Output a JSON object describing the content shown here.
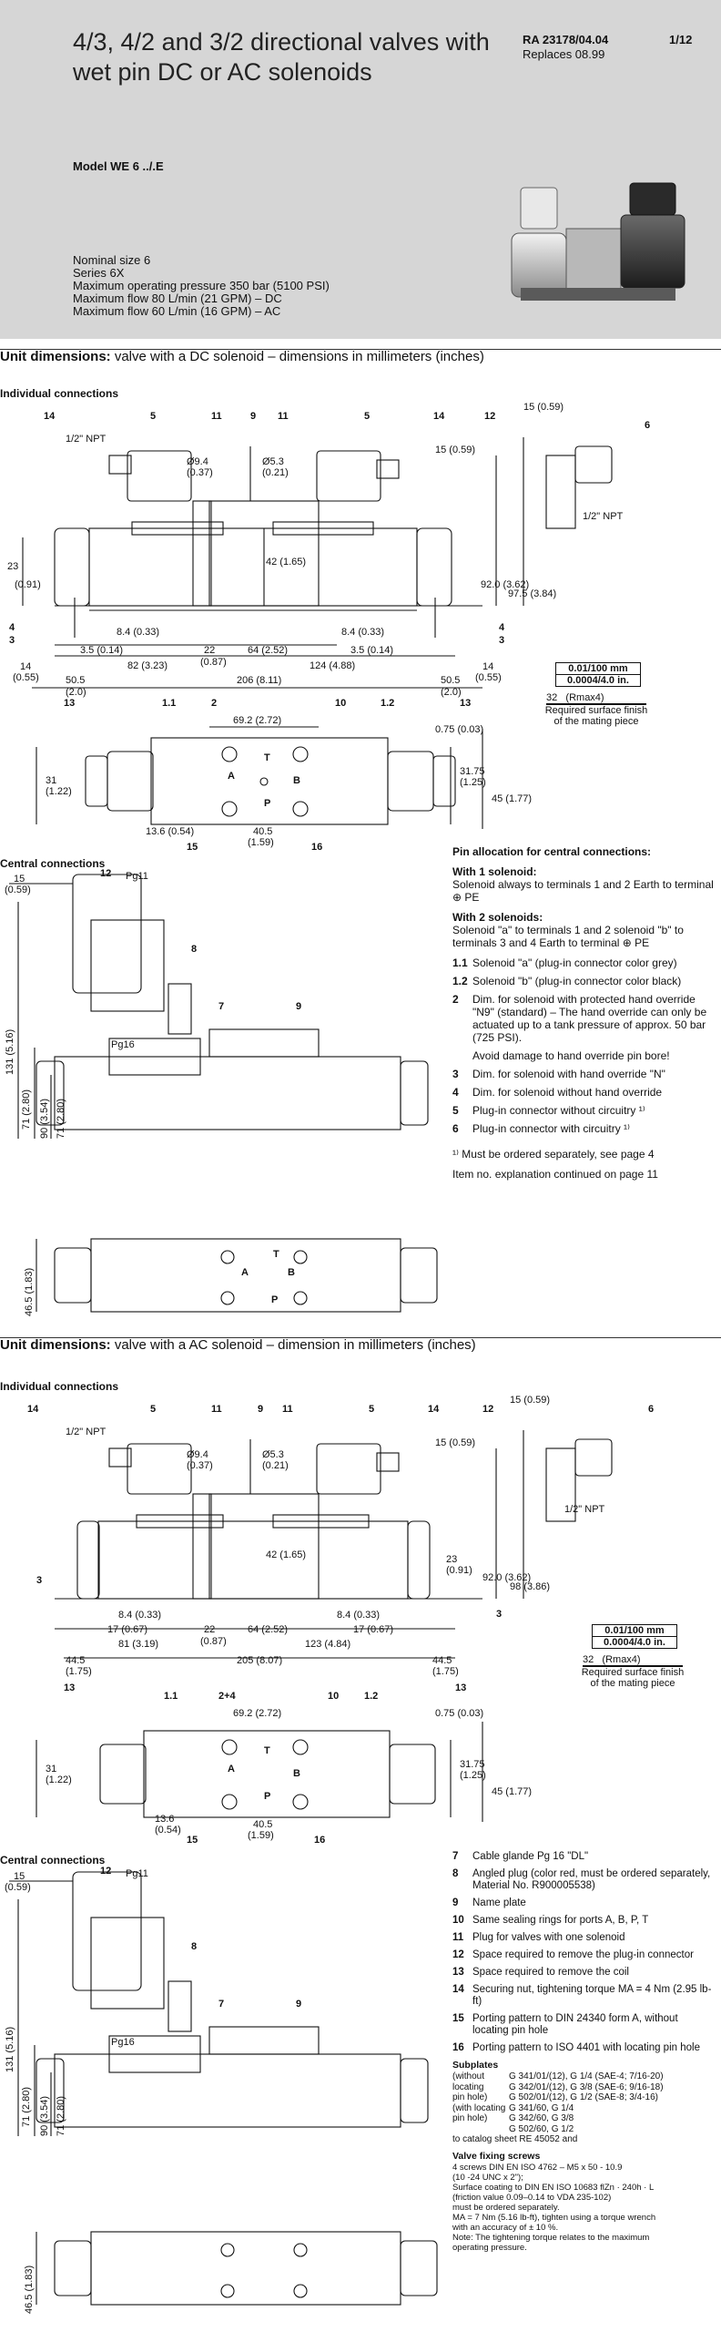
{
  "header": {
    "title": "4/3, 4/2 and 3/2 directional valves with wet pin DC or AC solenoids",
    "ra": "RA 23178/04.04",
    "replaces": "Replaces 08.99",
    "page": "1/12",
    "model": "Model WE 6 ../.E",
    "specs": [
      "Nominal size 6",
      "Series 6X",
      "Maximum operating pressure 350 bar (5100 PSI)",
      "Maximum flow 80 L/min (21 GPM) – DC",
      "Maximum flow 60 L/min (16 GPM) – AC"
    ]
  },
  "dc": {
    "heading_bold": "Unit dimensions:",
    "heading_rest": " valve with a DC solenoid – dimensions in millimeters (inches)",
    "individual": "Individual connections",
    "central": "Central connections",
    "dims": {
      "npt": "1/2\" NPT",
      "d94": "Ø9.4",
      "d94i": "(0.37)",
      "d53": "Ø5.3",
      "d53i": "(0.21)",
      "d15a": "15 (0.59)",
      "d15b": "15 (0.59)",
      "d23": "23",
      "d23i": "(0.91)",
      "d42": "42 (1.65)",
      "d92": "92.0 (3.62)",
      "d975": "97.5 (3.84)",
      "d84a": "8.4 (0.33)",
      "d84b": "8.4 (0.33)",
      "d35a": "3.5 (0.14)",
      "d35b": "3.5 (0.14)",
      "d22": "22",
      "d22i": "(0.87)",
      "d64": "64 (2.52)",
      "d82": "82 (3.23)",
      "d124": "124 (4.88)",
      "d14a": "14",
      "d14ai": "(0.55)",
      "d14b": "14",
      "d14bi": "(0.55)",
      "d505a": "50.5",
      "d505ai": "(2.0)",
      "d505b": "50.5",
      "d505bi": "(2.0)",
      "d206": "206 (8.11)",
      "d692": "69.2 (2.72)",
      "d075": "0.75 (0.03)",
      "d31": "31",
      "d31i": "(1.22)",
      "d3175": "31.75",
      "d3175i": "(1.25)",
      "d45": "45 (1.77)",
      "d136": "13.6 (0.54)",
      "d405": "40.5",
      "d405i": "(1.59)",
      "pg11": "Pg11",
      "pg16": "Pg16",
      "d131": "131 (5.16)",
      "d71": "71 (2.80)",
      "d90": "90 (3.54)",
      "d71b": "71 (2.80)",
      "d465": "46.5 (1.83)",
      "d15c": "15",
      "d15ci": "(0.59)"
    },
    "callouts": [
      "14",
      "5",
      "11",
      "9",
      "11",
      "5",
      "14",
      "12",
      "6",
      "4",
      "3",
      "4",
      "3",
      "13",
      "1.1",
      "2",
      "10",
      "1.2",
      "13",
      "15",
      "16",
      "12",
      "8",
      "7",
      "9"
    ],
    "ports": [
      "A",
      "B",
      "T",
      "P",
      "A",
      "B",
      "T",
      "P"
    ]
  },
  "finish": {
    "line1": "0.01/100 mm",
    "line2": "0.0004/4.0 in.",
    "rmax": "(Rmax4)",
    "val": "32",
    "caption1": "Required surface finish",
    "caption2": "of the mating piece"
  },
  "pins": {
    "title": "Pin allocation for central connections:",
    "s1": "With 1 solenoid:",
    "s1t": "Solenoid always to terminals 1 and 2 Earth to terminal ⊕ PE",
    "s2": "With 2 solenoids:",
    "s2t": "Solenoid \"a\" to terminals 1 and 2 solenoid \"b\" to terminals 3 and 4 Earth to terminal ⊕ PE"
  },
  "legend1": [
    {
      "n": "1.1",
      "t": "Solenoid \"a\" (plug-in connector color grey)"
    },
    {
      "n": "1.2",
      "t": "Solenoid \"b\" (plug-in connector color black)"
    },
    {
      "n": "2",
      "t": "Dim. for solenoid with protected hand override \"N9\" (standard) – The hand override can only be actuated up to a tank pressure of approx. 50 bar (725 PSI)."
    },
    {
      "n": "",
      "t": "Avoid damage to hand override pin bore!"
    },
    {
      "n": "3",
      "t": "Dim. for solenoid with hand override \"N\""
    },
    {
      "n": "4",
      "t": "Dim. for solenoid without hand override"
    },
    {
      "n": "5",
      "t": "Plug-in connector without circuitry ¹⁾"
    },
    {
      "n": "6",
      "t": "Plug-in connector with circuitry ¹⁾"
    }
  ],
  "foot1": "¹⁾  Must be ordered separately, see page 4",
  "foot2": "Item no. explanation continued on page 11",
  "ac": {
    "heading_bold": "Unit dimensions:",
    "heading_rest": " valve with a AC solenoid – dimension in millimeters (inches)",
    "individual": "Individual connections",
    "central": "Central connections",
    "dims": {
      "npt": "1/2\" NPT",
      "d94": "Ø9.4",
      "d94i": "(0.37)",
      "d53": "Ø5.3",
      "d53i": "(0.21)",
      "d15a": "15 (0.59)",
      "d15b": "15 (0.59)",
      "d42": "42 (1.65)",
      "d23": "23",
      "d23i": "(0.91)",
      "d92": "92.0 (3.62)",
      "d98": "98 (3.86)",
      "d84a": "8.4 (0.33)",
      "d84b": "8.4 (0.33)",
      "d17a": "17 (0.67)",
      "d17b": "17 (0.67)",
      "d22": "22",
      "d22i": "(0.87)",
      "d64": "64 (2.52)",
      "d81": "81 (3.19)",
      "d123": "123 (4.84)",
      "d445a": "44.5",
      "d445ai": "(1.75)",
      "d445b": "44.5",
      "d445bi": "(1.75)",
      "d205": "205 (8.07)",
      "d692": "69.2 (2.72)",
      "d075": "0.75 (0.03)",
      "d31": "31",
      "d31i": "(1.22)",
      "d3175": "31.75",
      "d3175i": "(1.25)",
      "d45": "45 (1.77)",
      "d136": "13.6",
      "d136i": "(0.54)",
      "d405": "40.5",
      "d405i": "(1.59)",
      "pg11": "Pg11",
      "pg16": "Pg16",
      "d131": "131 (5.16)",
      "d71": "71 (2.80)",
      "d90": "90 (3.54)",
      "d71b": "71 (2.80)",
      "d465": "46.5 (1.83)",
      "d15c": "15",
      "d15ci": "(0.59)"
    },
    "callouts": [
      "14",
      "5",
      "11",
      "9",
      "11",
      "5",
      "14",
      "12",
      "6",
      "3",
      "3",
      "13",
      "13",
      "1.1",
      "2+4",
      "10",
      "1.2",
      "15",
      "16",
      "12",
      "8",
      "7",
      "9"
    ]
  },
  "legend2": [
    {
      "n": "7",
      "t": "Cable glande Pg 16 \"DL\""
    },
    {
      "n": "8",
      "t": "Angled plug (color red, must be ordered separately, Material No. R900005538)"
    },
    {
      "n": "9",
      "t": "Name plate"
    },
    {
      "n": "10",
      "t": "Same sealing rings for ports A, B, P, T"
    },
    {
      "n": "11",
      "t": "Plug for valves with one solenoid"
    },
    {
      "n": "12",
      "t": "Space required to remove the plug-in connector"
    },
    {
      "n": "13",
      "t": "Space required to remove the coil"
    },
    {
      "n": "14",
      "t": "Securing nut, tightening torque MA = 4 Nm (2.95 lb-ft)"
    },
    {
      "n": "15",
      "t": "Porting pattern to DIN 24340 form A, without locating pin hole"
    },
    {
      "n": "16",
      "t": "Porting pattern to ISO 4401 with locating pin hole"
    }
  ],
  "subplates": {
    "title": "Subplates",
    "rows": [
      {
        "l": "(without",
        "v": "G 341/01/(12), G 1/4 (SAE-4; 7/16-20)"
      },
      {
        "l": "locating",
        "v": "G 342/01/(12), G 3/8 (SAE-6; 9/16-18)"
      },
      {
        "l": "pin hole)",
        "v": "G 502/01/(12), G 1/2 (SAE-8; 3/4-16)"
      },
      {
        "l": "(with locating",
        "v": "G 341/60, G 1/4"
      },
      {
        "l": "pin hole)",
        "v": "G 342/60, G 3/8"
      },
      {
        "l": "",
        "v": "G 502/60, G 1/2"
      }
    ],
    "catalog": "to catalog sheet RE 45052 and"
  },
  "screws": {
    "title": "Valve fixing screws",
    "lines": [
      "4 screws DIN EN ISO 4762 – M5 x 50 - 10.9",
      "(10 -24 UNC x 2\");",
      "Surface coating to DIN EN ISO 10683 flZn · 240h · L",
      "(friction value 0.09–0.14 to VDA 235-102)",
      "must be ordered separately.",
      "MA = 7 Nm (5.16 lb-ft), tighten using a torque wrench",
      "with an accuracy of ± 10 %.",
      "Note: The tightening torque relates to the maximum",
      "operating pressure."
    ]
  }
}
